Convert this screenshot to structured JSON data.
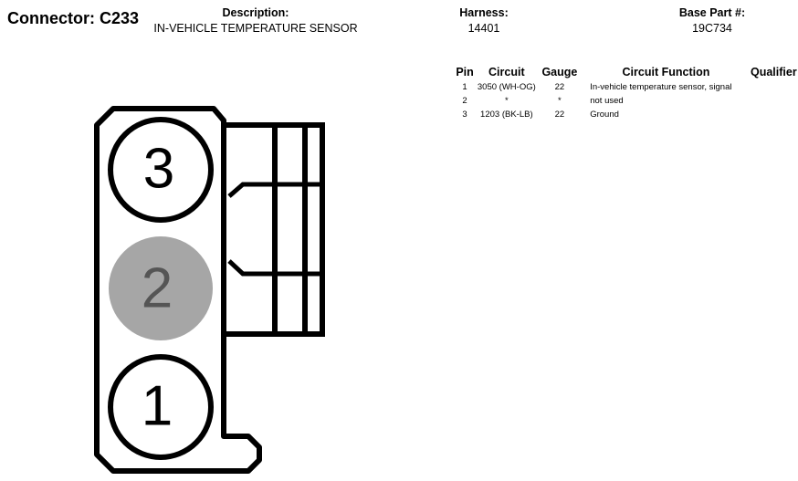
{
  "connector": {
    "label": "Connector:",
    "id": "C233"
  },
  "description": {
    "label": "Description:",
    "value": "IN-VEHICLE TEMPERATURE SENSOR"
  },
  "harness": {
    "label": "Harness:",
    "value": "14401"
  },
  "base_part": {
    "label": "Base Part #:",
    "value": "19C734"
  },
  "table": {
    "headers": {
      "pin": "Pin",
      "circuit": "Circuit",
      "gauge": "Gauge",
      "function": "Circuit Function",
      "qualifier": "Qualifier"
    },
    "rows": [
      {
        "pin": "1",
        "circuit": "3050 (WH-OG)",
        "gauge": "22",
        "function": "In-vehicle temperature sensor, signal",
        "qualifier": ""
      },
      {
        "pin": "2",
        "circuit": "*",
        "gauge": "*",
        "function": "not used",
        "qualifier": ""
      },
      {
        "pin": "3",
        "circuit": "1203 (BK-LB)",
        "gauge": "22",
        "function": "Ground",
        "qualifier": ""
      }
    ]
  },
  "diagram": {
    "pins": [
      {
        "label": "3",
        "filled": false
      },
      {
        "label": "2",
        "filled": true
      },
      {
        "label": "1",
        "filled": false
      }
    ],
    "colors": {
      "outline": "#000000",
      "unused_pin_fill": "#a6a6a6",
      "unused_pin_text": "#555555"
    }
  }
}
